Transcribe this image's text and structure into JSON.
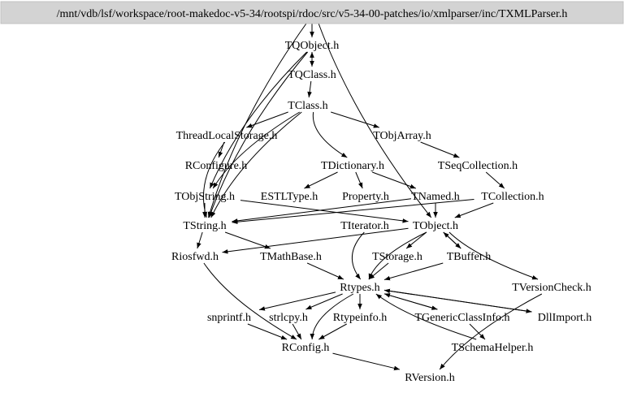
{
  "root": {
    "id": "root",
    "label": "/mnt/vdb/lsf/workspace/root-makedoc-v5-34/rootspi/rdoc/src/v5-34-00-patches/io/xmlparser/inc/TXMLParser.h"
  },
  "colors": {
    "root_fill": "#d3d3d3",
    "root_border": "#c0c0c0",
    "edge": "#000000",
    "text": "#000000"
  },
  "nodes": [
    {
      "id": "TQObject",
      "label": "TQObject.h"
    },
    {
      "id": "TQClass",
      "label": "TQClass.h"
    },
    {
      "id": "TClass",
      "label": "TClass.h"
    },
    {
      "id": "ThreadLocalStorage",
      "label": "ThreadLocalStorage.h"
    },
    {
      "id": "TObjArray",
      "label": "TObjArray.h"
    },
    {
      "id": "RConfigure",
      "label": "RConfigure.h"
    },
    {
      "id": "TDictionary",
      "label": "TDictionary.h"
    },
    {
      "id": "TSeqCollection",
      "label": "TSeqCollection.h"
    },
    {
      "id": "TObjString",
      "label": "TObjString.h"
    },
    {
      "id": "ESTLType",
      "label": "ESTLType.h"
    },
    {
      "id": "Property",
      "label": "Property.h"
    },
    {
      "id": "TNamed",
      "label": "TNamed.h"
    },
    {
      "id": "TCollection",
      "label": "TCollection.h"
    },
    {
      "id": "TString",
      "label": "TString.h"
    },
    {
      "id": "TIterator",
      "label": "TIterator.h"
    },
    {
      "id": "TObject",
      "label": "TObject.h"
    },
    {
      "id": "Riosfwd",
      "label": "Riosfwd.h"
    },
    {
      "id": "TMathBase",
      "label": "TMathBase.h"
    },
    {
      "id": "TStorage",
      "label": "TStorage.h"
    },
    {
      "id": "TBuffer",
      "label": "TBuffer.h"
    },
    {
      "id": "TVersionCheck",
      "label": "TVersionCheck.h"
    },
    {
      "id": "Rtypes",
      "label": "Rtypes.h"
    },
    {
      "id": "snprintf",
      "label": "snprintf.h"
    },
    {
      "id": "strlcpy",
      "label": "strlcpy.h"
    },
    {
      "id": "Rtypeinfo",
      "label": "Rtypeinfo.h"
    },
    {
      "id": "TGenericClassInfo",
      "label": "TGenericClassInfo.h"
    },
    {
      "id": "DllImport",
      "label": "DllImport.h"
    },
    {
      "id": "RConfig",
      "label": "RConfig.h"
    },
    {
      "id": "TSchemaHelper",
      "label": "TSchemaHelper.h"
    },
    {
      "id": "RVersion",
      "label": "RVersion.h"
    }
  ],
  "edges": [
    [
      "root",
      "TQObject"
    ],
    [
      "root",
      "TObject"
    ],
    [
      "root",
      "TString"
    ],
    [
      "TQObject",
      "TQClass"
    ],
    [
      "TQClass",
      "TQObject"
    ],
    [
      "TQObject",
      "TString"
    ],
    [
      "TQObject",
      "TObjString"
    ],
    [
      "TQClass",
      "TClass"
    ],
    [
      "TClass",
      "ThreadLocalStorage"
    ],
    [
      "TClass",
      "TObjArray"
    ],
    [
      "TClass",
      "TDictionary"
    ],
    [
      "TClass",
      "TString"
    ],
    [
      "TClass",
      "TObjString"
    ],
    [
      "ThreadLocalStorage",
      "RConfigure"
    ],
    [
      "ThreadLocalStorage",
      "TString"
    ],
    [
      "TObjArray",
      "TSeqCollection"
    ],
    [
      "TSeqCollection",
      "TCollection"
    ],
    [
      "TDictionary",
      "ESTLType"
    ],
    [
      "TDictionary",
      "Property"
    ],
    [
      "TDictionary",
      "TNamed"
    ],
    [
      "TNamed",
      "TObject"
    ],
    [
      "TNamed",
      "TString"
    ],
    [
      "TCollection",
      "TObject"
    ],
    [
      "TCollection",
      "TString"
    ],
    [
      "TObjString",
      "TString"
    ],
    [
      "TObjString",
      "TObject"
    ],
    [
      "TObject",
      "Riosfwd"
    ],
    [
      "TObject",
      "TStorage"
    ],
    [
      "TObject",
      "TBuffer"
    ],
    [
      "TBuffer",
      "TObject"
    ],
    [
      "TObject",
      "TVersionCheck"
    ],
    [
      "TObject",
      "Rtypes"
    ],
    [
      "TIterator",
      "Rtypes"
    ],
    [
      "TString",
      "Riosfwd"
    ],
    [
      "TString",
      "TMathBase"
    ],
    [
      "TMathBase",
      "Rtypes"
    ],
    [
      "TStorage",
      "Rtypes"
    ],
    [
      "TBuffer",
      "Rtypes"
    ],
    [
      "TVersionCheck",
      "RVersion"
    ],
    [
      "Riosfwd",
      "RConfig"
    ],
    [
      "Rtypes",
      "snprintf"
    ],
    [
      "Rtypes",
      "strlcpy"
    ],
    [
      "Rtypes",
      "Rtypeinfo"
    ],
    [
      "Rtypes",
      "TGenericClassInfo"
    ],
    [
      "Rtypes",
      "DllImport"
    ],
    [
      "Rtypes",
      "RConfig"
    ],
    [
      "snprintf",
      "RConfig"
    ],
    [
      "strlcpy",
      "RConfig"
    ],
    [
      "Rtypeinfo",
      "RConfig"
    ],
    [
      "TGenericClassInfo",
      "Rtypes"
    ],
    [
      "TGenericClassInfo",
      "TSchemaHelper"
    ],
    [
      "DllImport",
      "Rtypes"
    ],
    [
      "TSchemaHelper",
      "Rtypes"
    ],
    [
      "RConfig",
      "RVersion"
    ]
  ]
}
